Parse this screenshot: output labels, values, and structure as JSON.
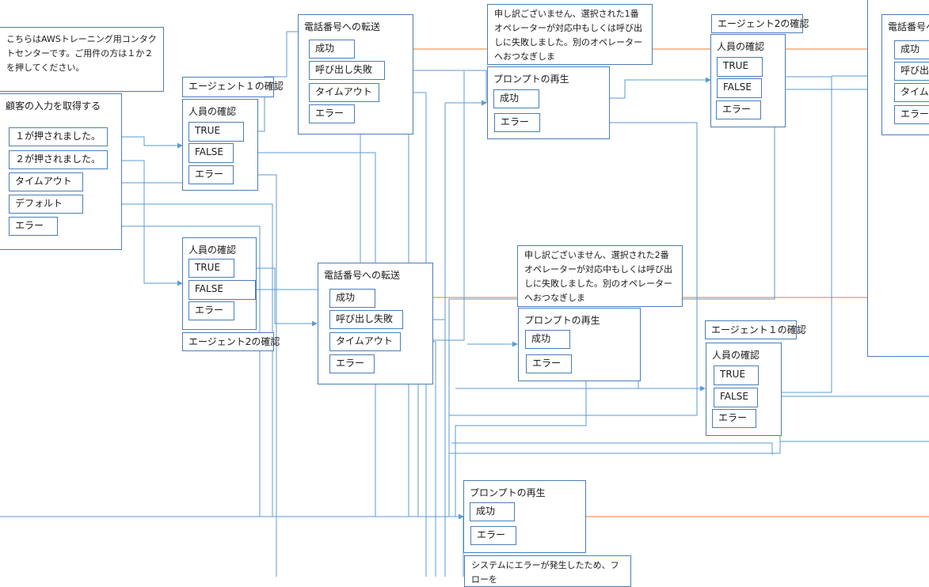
{
  "blocks": {
    "intro": {
      "text": "こちらはAWSトレーニング用コンタクトセンターです。ご用件の方は１か２を押してください。"
    },
    "get_input": {
      "title": "顧客の入力を取得する",
      "options": [
        "１が押されました。",
        "２が押されました。",
        "タイムアウト",
        "デフォルト",
        "エラー"
      ]
    },
    "agent1_label_a": "エージェント１の確認",
    "staff_check_a": {
      "title": "人員の確認",
      "options": [
        "TRUE",
        "FALSE",
        "エラー"
      ]
    },
    "transfer_a": {
      "title": "電話番号への転送",
      "options": [
        "成功",
        "呼び出し失敗",
        "タイムアウト",
        "エラー"
      ]
    },
    "msg_a": {
      "text": "申し訳ございません、選択された1番オペレーターが対応中もしくは呼び出しに失敗しました。別のオペレーターへおつなぎしま"
    },
    "prompt_a": {
      "title": "プロンプトの再生",
      "options": [
        "成功",
        "エラー"
      ]
    },
    "agent2_label_a": "エージェント2の確認",
    "staff_check_b": {
      "title": "人員の確認",
      "options": [
        "TRUE",
        "FALSE",
        "エラー"
      ]
    },
    "transfer_right": {
      "title": "電話番号へ",
      "options": [
        "成功",
        "呼び出し",
        "タイムア",
        "エラー"
      ]
    },
    "staff_check_c": {
      "title": "人員の確認",
      "options": [
        "TRUE",
        "FALSE",
        "エラー"
      ]
    },
    "agent2_label_b": "エージェント2の確認",
    "transfer_b": {
      "title": "電話番号への転送",
      "options": [
        "成功",
        "呼び出し失敗",
        "タイムアウト",
        "エラー"
      ]
    },
    "msg_b": {
      "text": "申し訳ございません、選択された2番オペレーターが対応中もしくは呼び出しに失敗しました。別のオペレーターへおつなぎしま"
    },
    "prompt_b": {
      "title": "プロンプトの再生",
      "options": [
        "成功",
        "エラー"
      ]
    },
    "agent1_label_b": "エージェント１の確認",
    "staff_check_d": {
      "title": "人員の確認",
      "options": [
        "TRUE",
        "FALSE",
        "エラー"
      ]
    },
    "prompt_c": {
      "title": "プロンプトの再生",
      "options": [
        "成功",
        "エラー"
      ]
    },
    "error_msg": {
      "text": "システムにエラーが発生したため、フローを"
    }
  },
  "colors": {
    "connector": "#5b9bd5",
    "success_connector": "#ed7d31",
    "border": "#4a7ebb"
  }
}
